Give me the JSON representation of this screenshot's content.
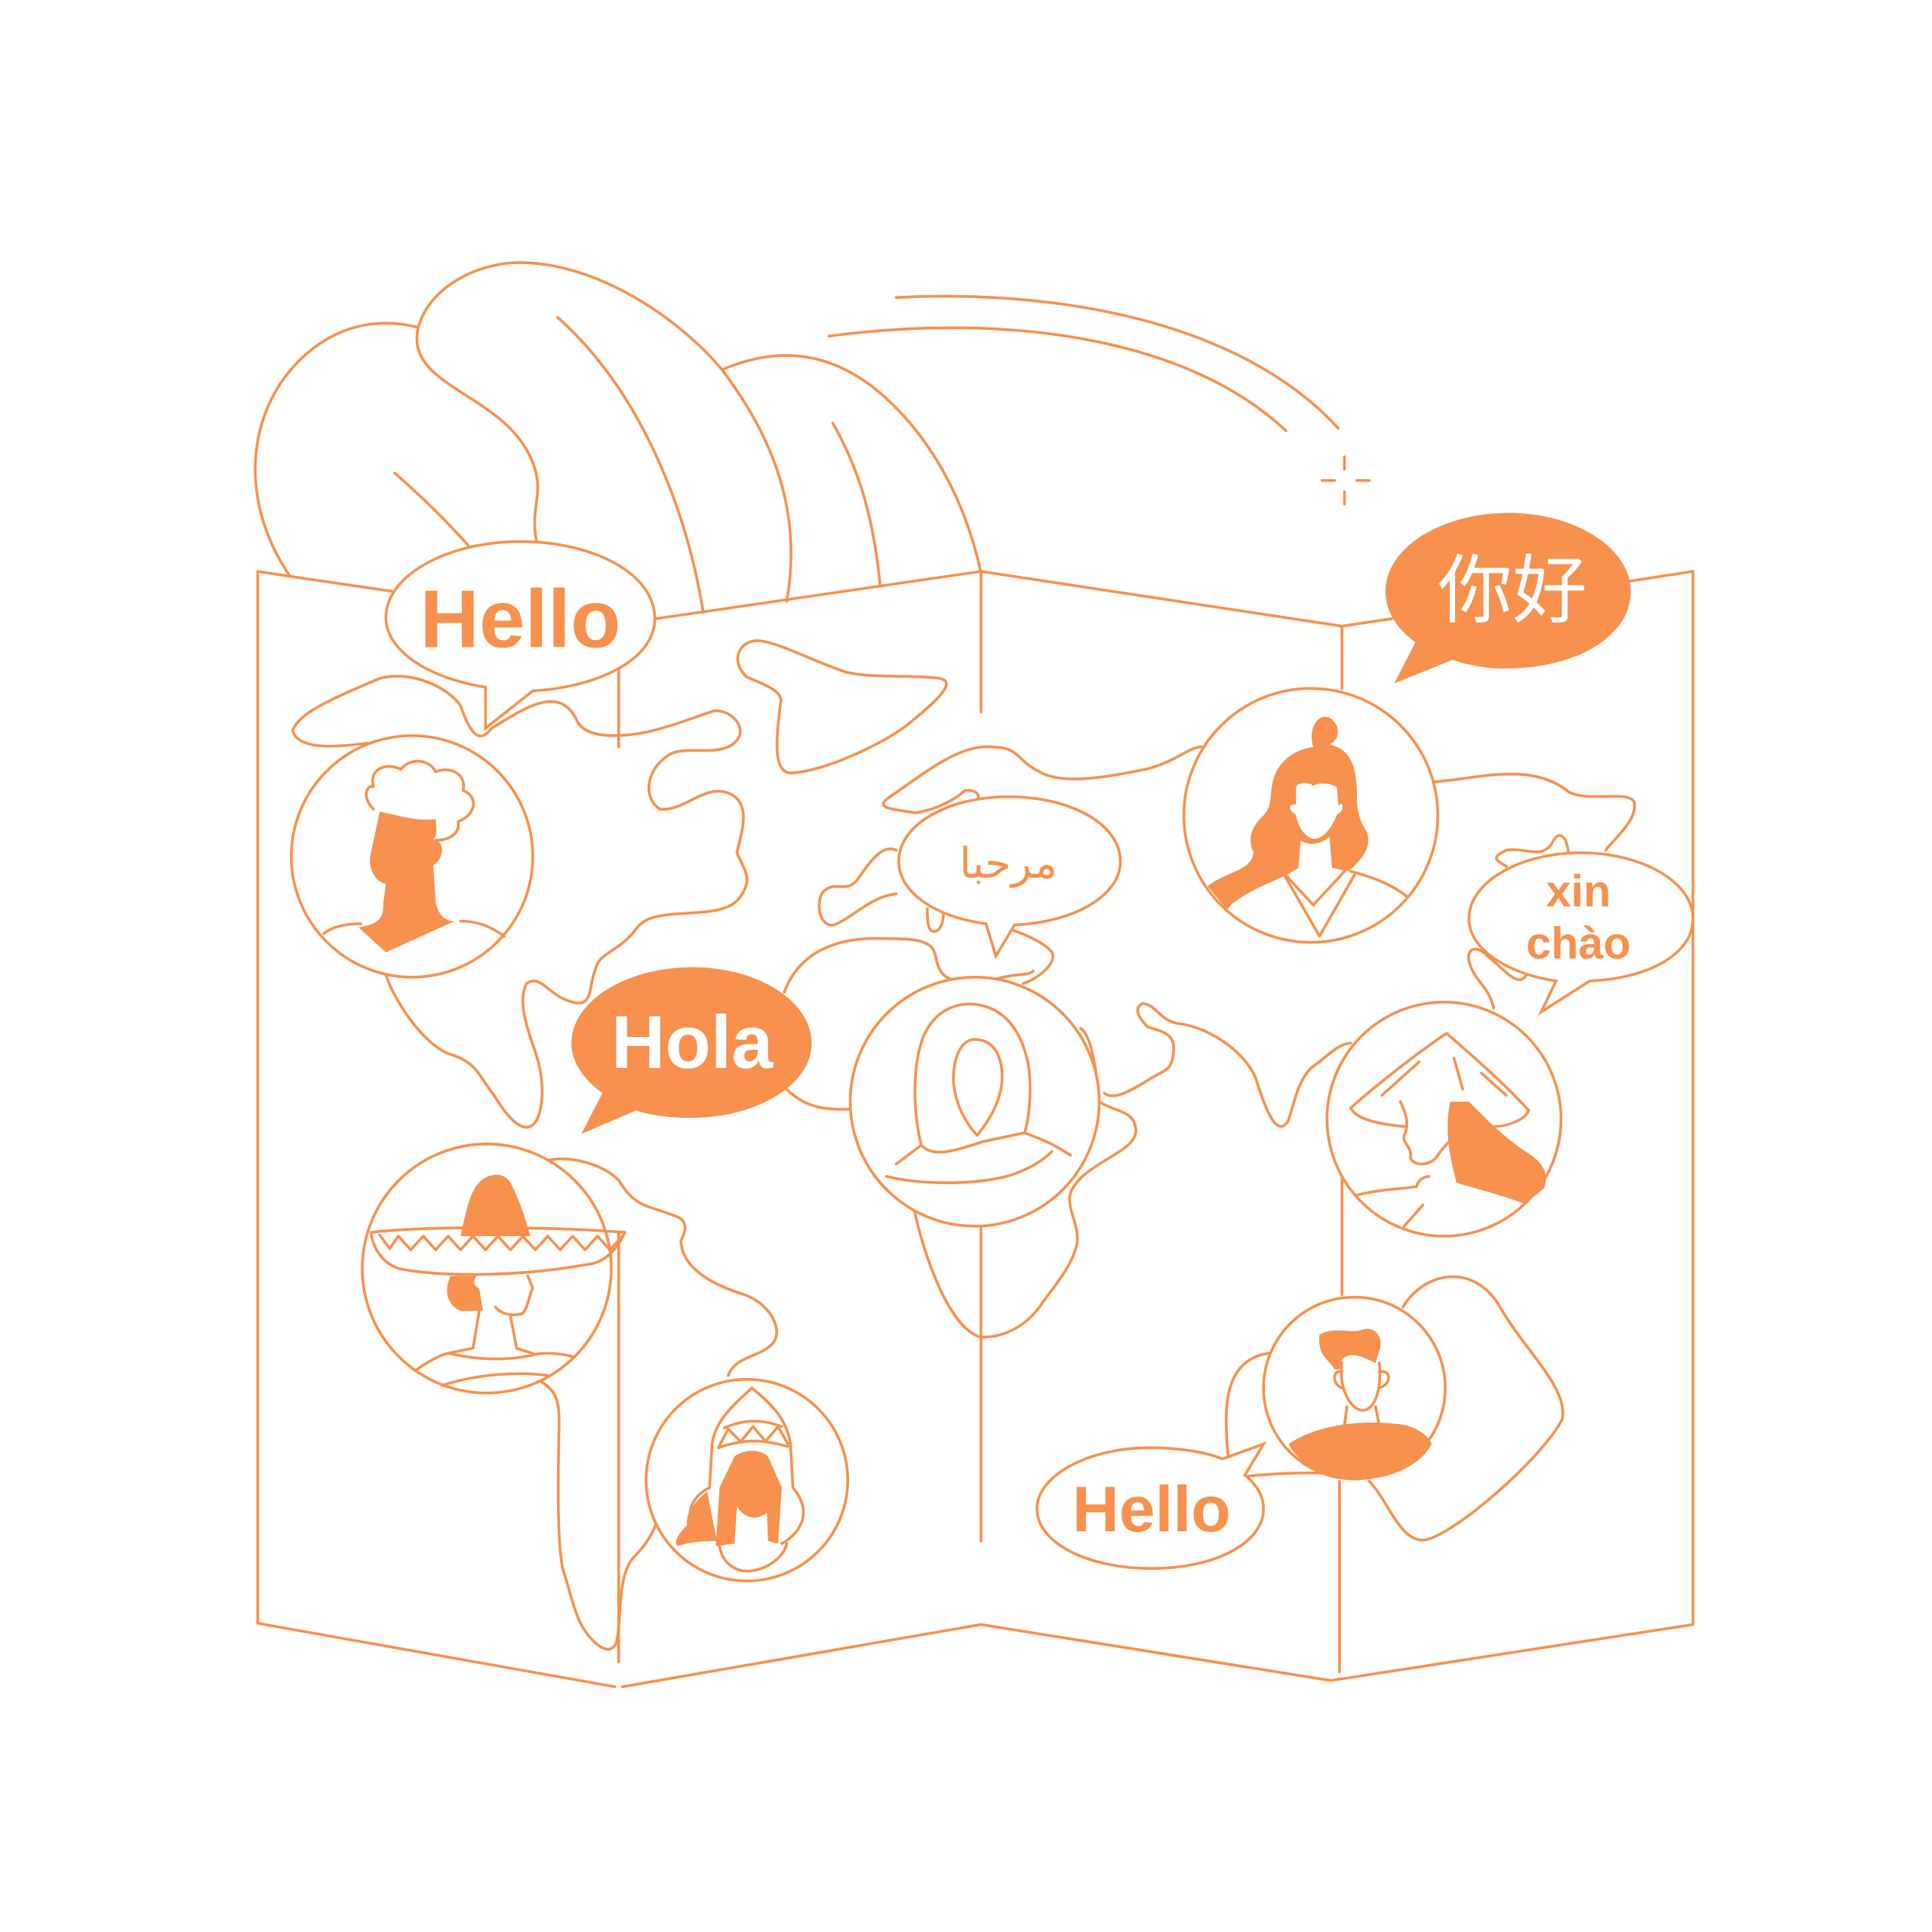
{
  "colors": {
    "accent": "#F7914D",
    "background": "#FFFFFF"
  },
  "greetings": {
    "english_top": "Hello",
    "chinese": "你好",
    "arabic": "مرحبا",
    "vietnamese_line1": "xin",
    "vietnamese_line2": "chào",
    "spanish": "Hola",
    "english_bottom": "Hello"
  }
}
